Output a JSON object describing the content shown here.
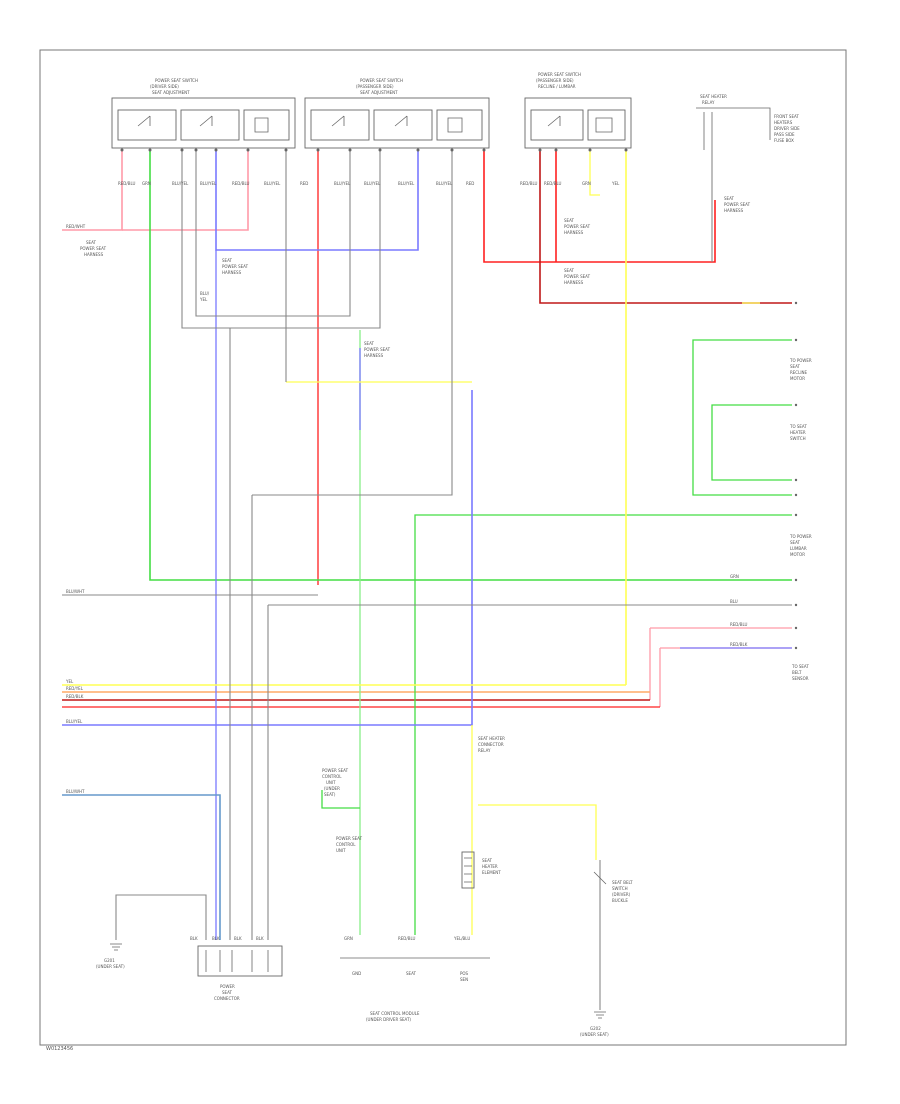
{
  "diagram": {
    "footer_code": "W0123456",
    "colors": {
      "red": "#ff2020",
      "pink": "#ff9aa8",
      "darkred": "#c01818",
      "green": "#44dd44",
      "lightgreen": "#88ee88",
      "blue": "#7a7aff",
      "lightblue": "#6699cc",
      "yellow": "#ffff55",
      "orange": "#ffaa66",
      "violet": "#bb99ff",
      "gray": "#888888",
      "black": "#222222"
    },
    "switches": {
      "left": {
        "title": [
          "POWER SEAT SWITCH",
          "(DRIVER SIDE)",
          "SEAT ADJUSTMENT"
        ]
      },
      "center": {
        "title": [
          "POWER SEAT SWITCH",
          "(PASSENGER SIDE)",
          "SEAT ADJUSTMENT"
        ]
      },
      "right": {
        "title": [
          "POWER SEAT SWITCH",
          "(PASSENGER SIDE)",
          "RECLINE / LUMBAR"
        ]
      }
    },
    "relay": {
      "title": [
        "SEAT HEATER",
        "RELAY"
      ],
      "notes": [
        "FRONT SEAT",
        "HEATERS",
        "DRIVER SIDE",
        "PASS SIDE",
        "FUSE BOX"
      ]
    },
    "wire_codes": {
      "top_row": [
        "RED/BLU",
        "GRN",
        "BLU/YEL",
        "BLU/YEL",
        "RED/BLU",
        "BLU/YEL",
        "RED",
        "BLU/YEL",
        "BLU/YEL",
        "BLU/YEL",
        "BLU/YEL",
        "RED",
        "RED/BLU",
        "RED/BLU",
        "GRN",
        "YEL"
      ],
      "left_edge": [
        "RED/WHT",
        "BLU/WHT",
        "YEL",
        "RED/YEL",
        "RED/BLK",
        "BLU/YEL",
        "BLU/WHT"
      ],
      "right_edge": [
        "GRN",
        "BLU",
        "RED/BLU",
        "RED/BLK"
      ],
      "bottom_row": [
        "BLK",
        "BLK",
        "BLK",
        "BLK",
        "GRN",
        "RED/BLU",
        "YEL/BLU"
      ]
    },
    "connector_notes": {
      "upper_left": [
        "SEAT",
        "POWER SEAT",
        "HARNESS"
      ],
      "mid_left": [
        "BLU/",
        "YEL"
      ],
      "mid_center": [
        "SEAT",
        "POWER SEAT",
        "HARNESS"
      ],
      "upper_right": [
        "SEAT",
        "POWER SEAT",
        "HARNESS"
      ],
      "heater_left": [
        "SEAT HEATER",
        "CONNECTOR",
        "RELAY"
      ]
    },
    "right_labels": {
      "block1": [
        "TO POWER",
        "SEAT",
        "RECLINE",
        "MOTOR"
      ],
      "block2": [
        "TO SEAT",
        "HEATER",
        "SWITCH"
      ],
      "block3": [
        "TO POWER",
        "SEAT",
        "LUMBAR",
        "MOTOR"
      ],
      "block4": [
        "TO SEAT",
        "BELT",
        "SENSOR"
      ]
    },
    "lower": {
      "center_label": [
        "POWER SEAT",
        "CONTROL",
        "UNIT",
        "(UNDER",
        "SEAT)"
      ],
      "heater_label": [
        "SEAT",
        "HEATER",
        "ELEMENT"
      ],
      "module_title": [
        "SEAT CONTROL MODULE",
        "(UNDER DRIVER SEAT)"
      ],
      "module_pins": [
        "GND",
        "SEAT",
        "POS",
        "SEN"
      ],
      "connector_title": [
        "POWER",
        "SEAT",
        "CONNECTOR"
      ],
      "ground_left": [
        "G201",
        "(UNDER SEAT)"
      ],
      "ground_right": [
        "G202",
        "(UNDER SEAT)"
      ],
      "switch_right": [
        "SEAT BELT",
        "SWITCH",
        "(DRIVER)",
        "BUCKLE"
      ]
    }
  }
}
